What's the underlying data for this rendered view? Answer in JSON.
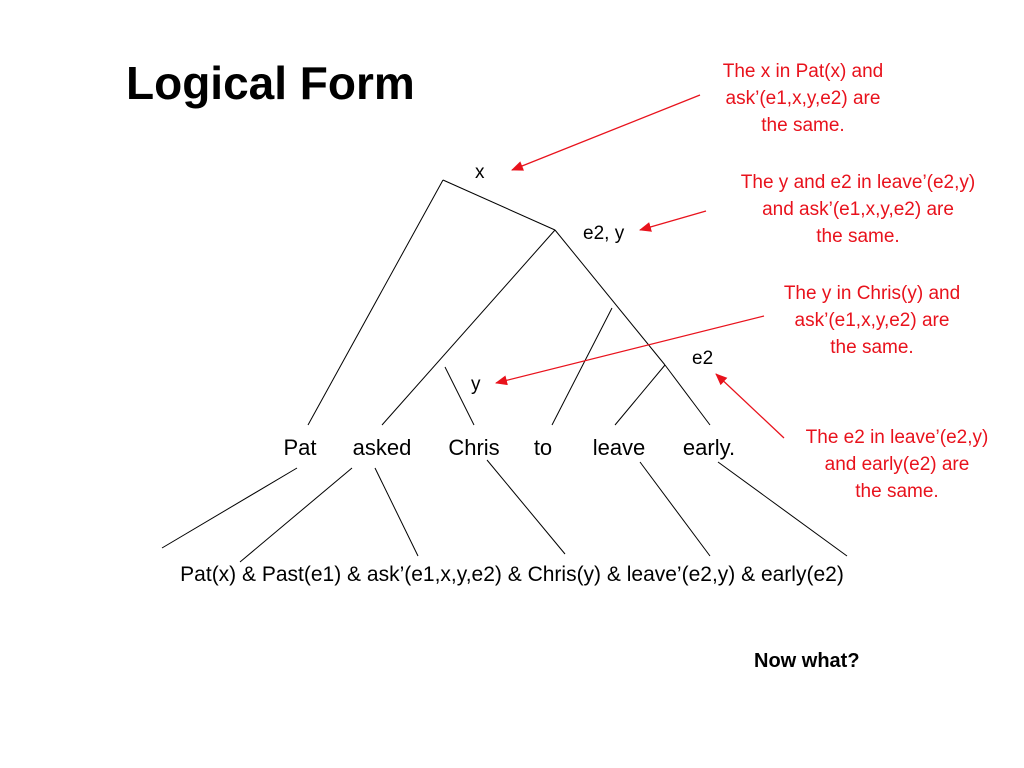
{
  "title": "Logical Form",
  "node_labels": {
    "x": "x",
    "e2_y": "e2, y",
    "e2": "e2",
    "y": "y"
  },
  "words": [
    "Pat",
    "asked",
    "Chris",
    "to",
    "leave",
    "early."
  ],
  "formula": "Pat(x) & Past(e1) & ask’(e1,x,y,e2) & Chris(y) & leave’(e2,y) & early(e2)",
  "notes": [
    {
      "lines": [
        "The x in Pat(x) and",
        "ask’(e1,x,y,e2) are",
        "the same."
      ]
    },
    {
      "lines": [
        "The y and e2 in leave’(e2,y)",
        "and ask’(e1,x,y,e2) are",
        "the same."
      ]
    },
    {
      "lines": [
        "The y in Chris(y) and",
        "ask’(e1,x,y,e2) are",
        "the same."
      ]
    },
    {
      "lines": [
        "The e2 in leave’(e2,y)",
        "and early(e2) are",
        "the same."
      ]
    }
  ],
  "footer": "Now what?",
  "colors": {
    "annotation": "#e8121c",
    "tree_lines": "#000000",
    "background": "#ffffff"
  }
}
